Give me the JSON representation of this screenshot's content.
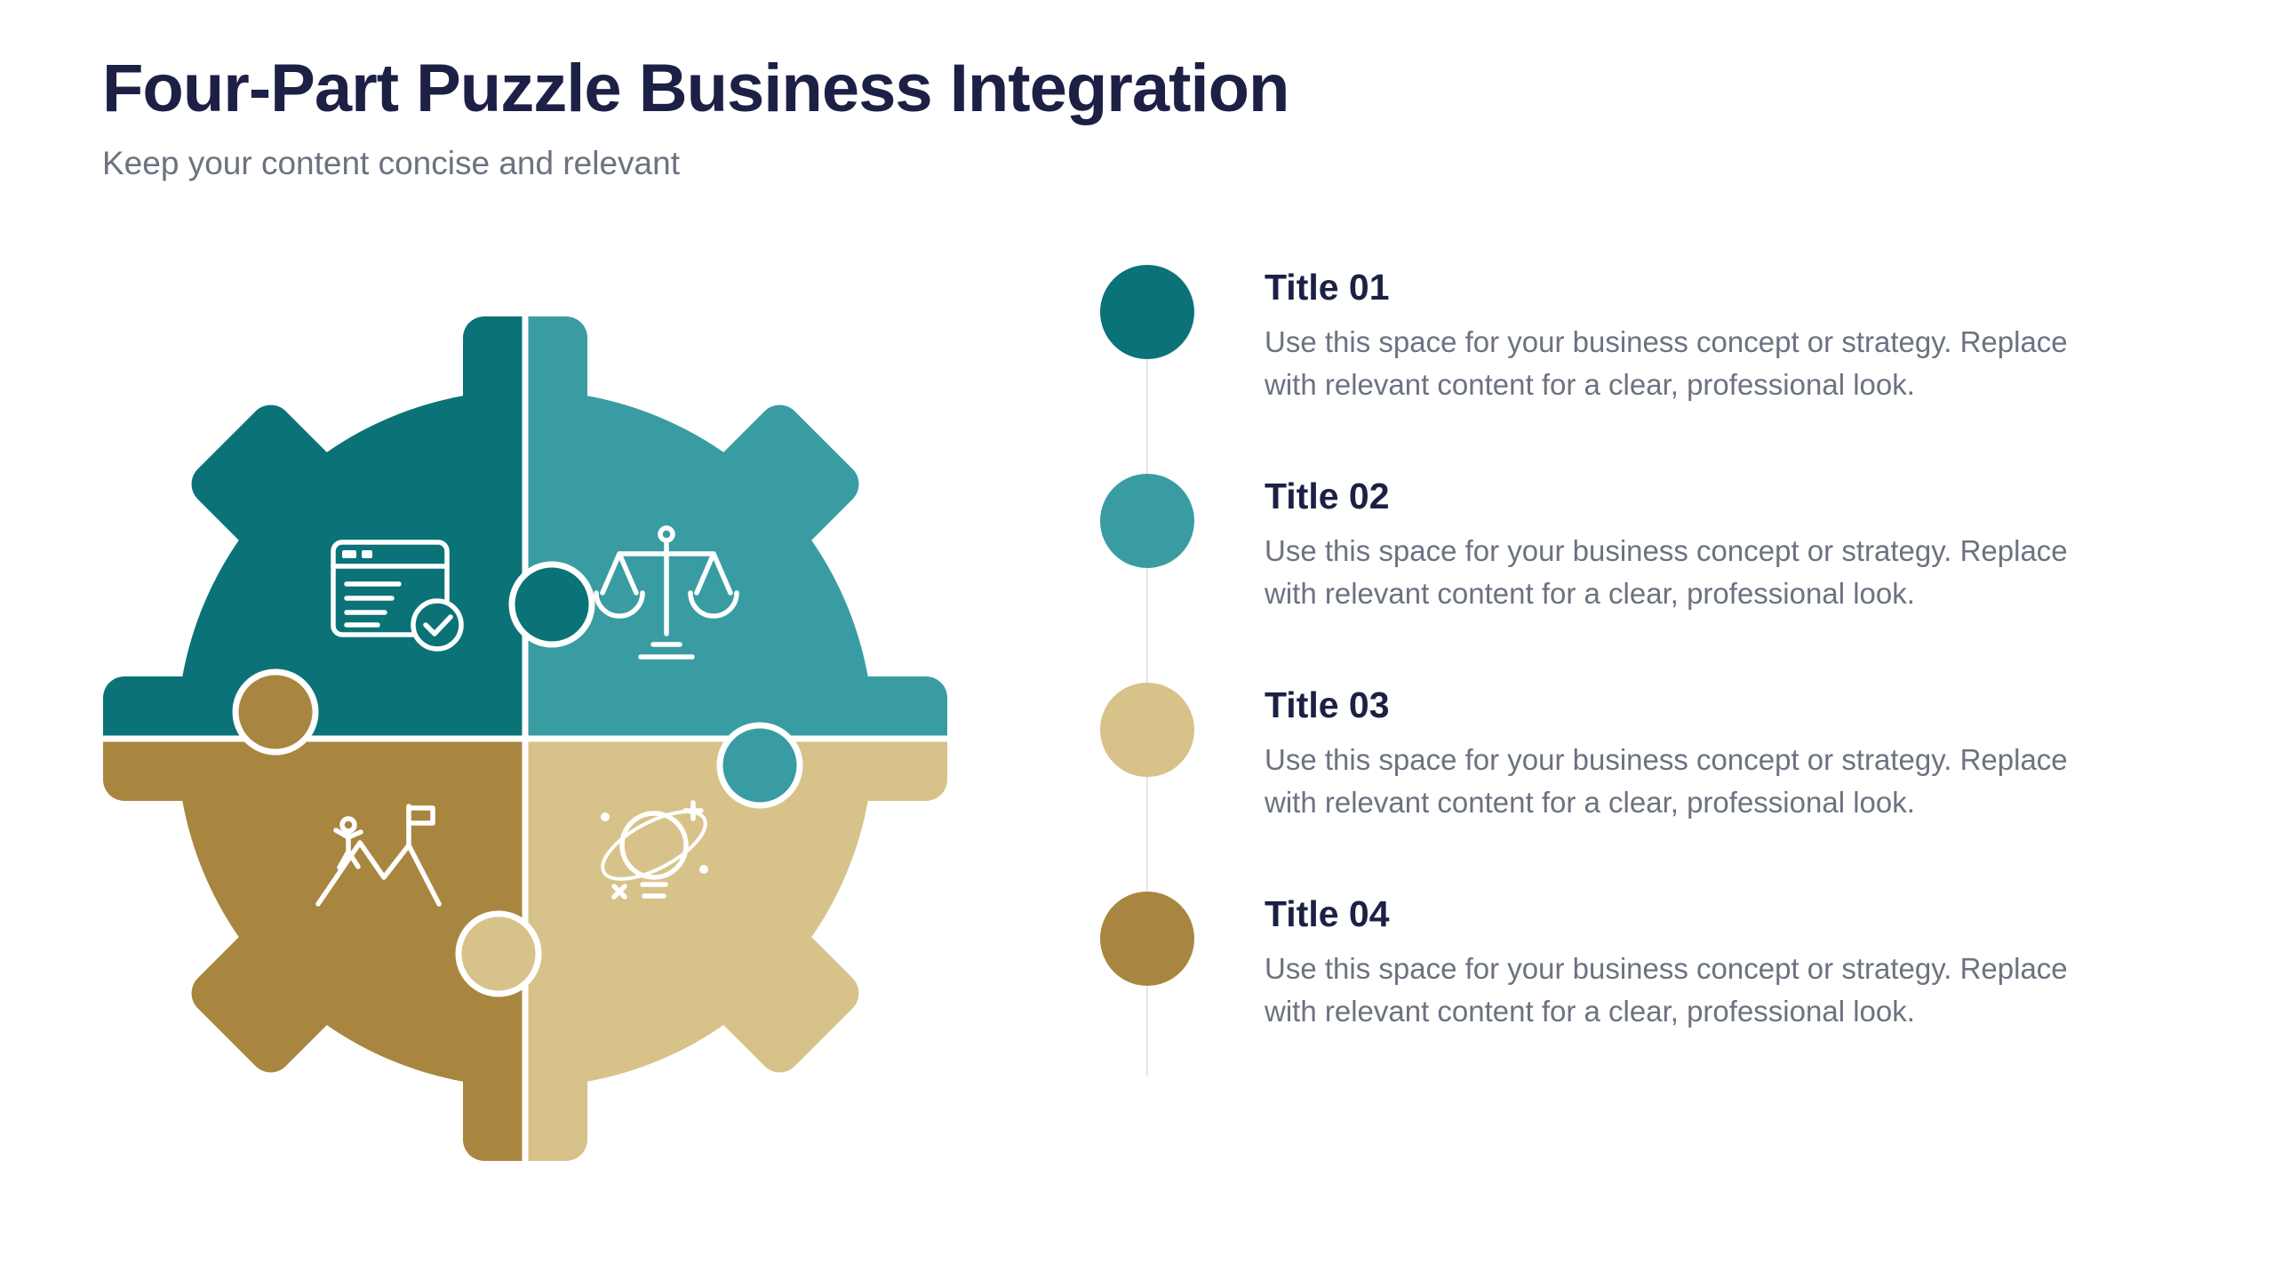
{
  "header": {
    "title": "Four-Part Puzzle Business Integration",
    "subtitle": "Keep your content concise and relevant"
  },
  "colors": {
    "teal_dark": "#0B7377",
    "teal": "#3A9CA3",
    "gold": "#A8863F",
    "sand": "#D7C289",
    "heading_text": "#1C2045",
    "body_text": "#6B7280",
    "connector_line": "#E5E5EA",
    "icon_stroke": "#FFFFFF",
    "background": "#FFFFFF"
  },
  "puzzle": {
    "parts": [
      {
        "position": "top-left",
        "icon": "browser-check-icon",
        "color": "#0B7377"
      },
      {
        "position": "top-right",
        "icon": "scales-icon",
        "color": "#3A9CA3"
      },
      {
        "position": "bottom-left",
        "icon": "mountain-flag-icon",
        "color": "#A8863F"
      },
      {
        "position": "bottom-right",
        "icon": "lightbulb-atom-icon",
        "color": "#D7C289"
      }
    ]
  },
  "list": {
    "items": [
      {
        "title": "Title 01",
        "description": "Use this space for your business concept or strategy. Replace with relevant content for a clear, professional look."
      },
      {
        "title": "Title 02",
        "description": "Use this space for your business concept or strategy. Replace with relevant content for a clear, professional look."
      },
      {
        "title": "Title 03",
        "description": "Use this space for your business concept or strategy. Replace with relevant content for a clear, professional look."
      },
      {
        "title": "Title 04",
        "description": "Use this space for your business concept or strategy. Replace with relevant content for a clear, professional look."
      }
    ]
  }
}
